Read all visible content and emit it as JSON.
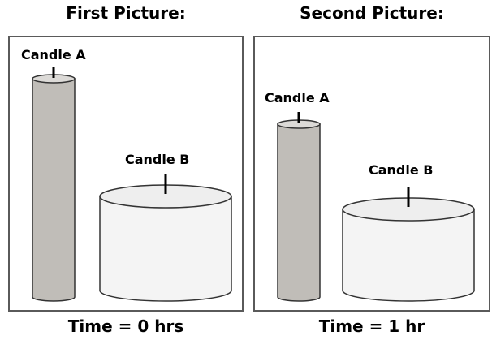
{
  "panels": [
    {
      "heading": "First Picture:",
      "caption": "Time = 0 hrs",
      "candle_a_label": "Candle A",
      "candle_b_label": "Candle B"
    },
    {
      "heading": "Second Picture:",
      "caption": "Time = 1 hr",
      "candle_a_label": "Candle A",
      "candle_b_label": "Candle B"
    }
  ],
  "colors": {
    "candle_a_fill": "#c0bdb8",
    "candle_a_top": "#dcdad7",
    "candle_b_fill": "#f4f4f4",
    "candle_b_top": "#eeeeee",
    "outline": "#333333",
    "frame": "#5a5a5a"
  }
}
